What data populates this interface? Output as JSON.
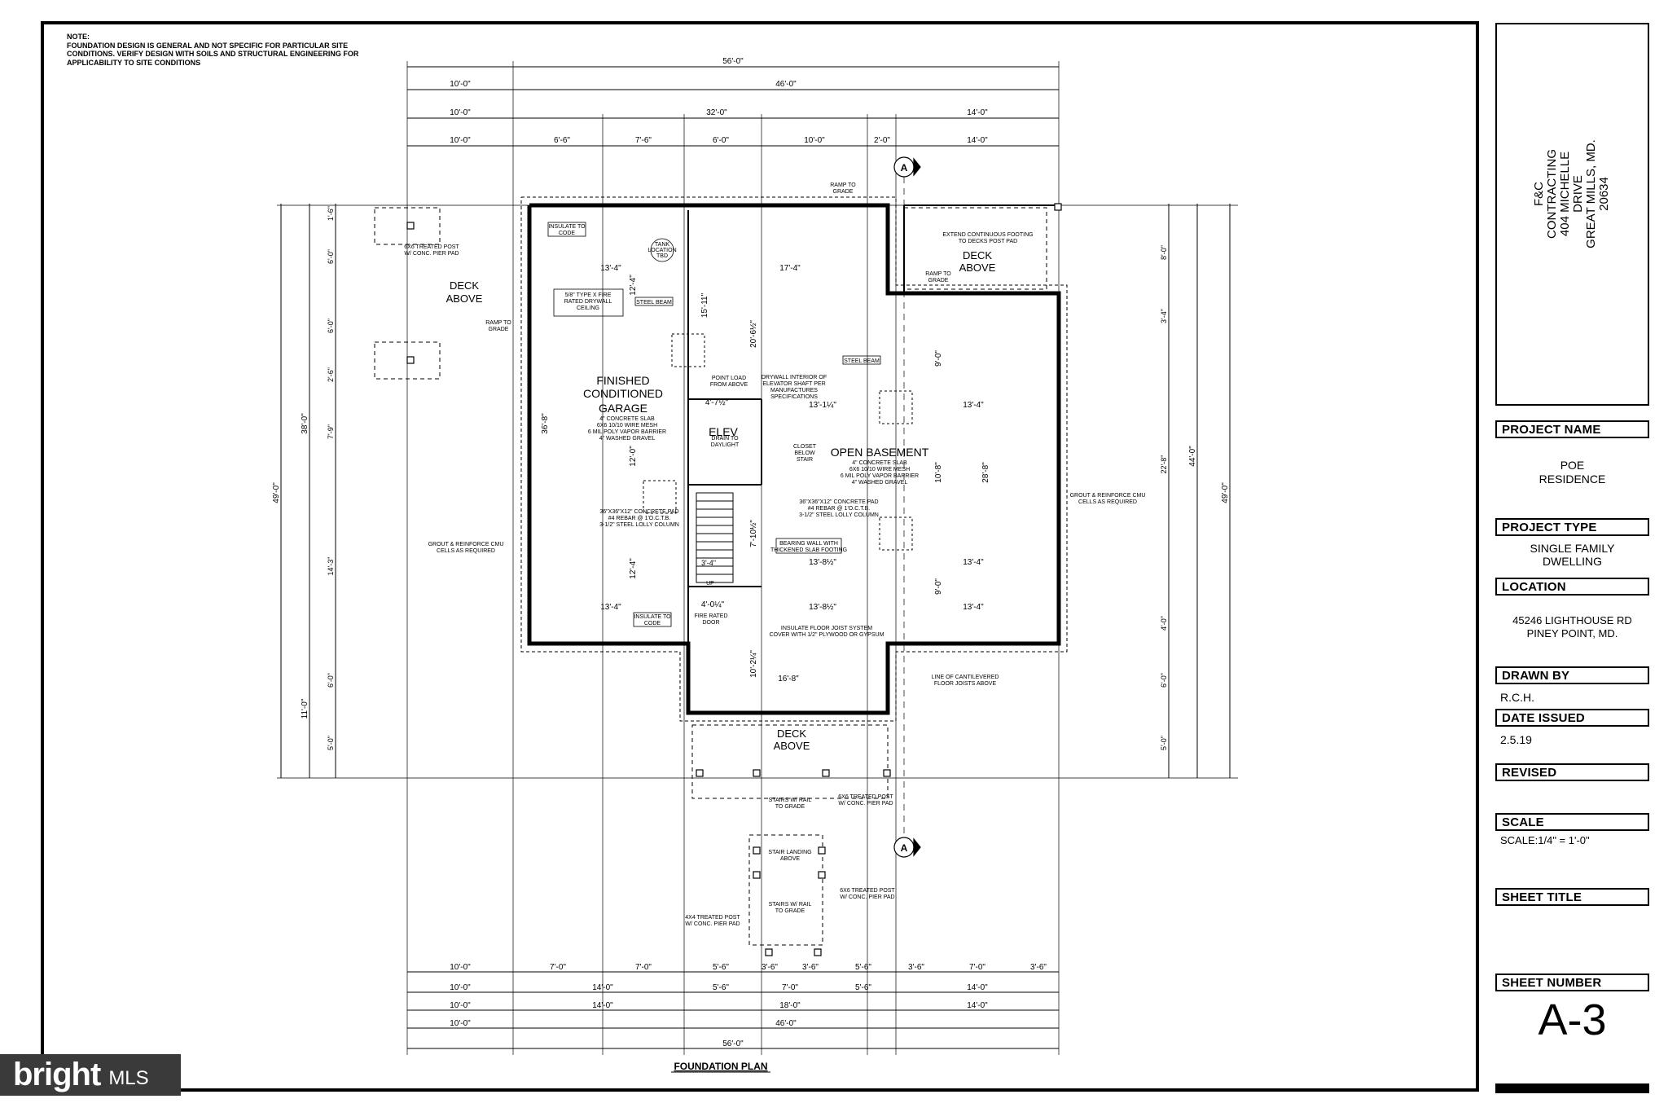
{
  "note": {
    "heading": "NOTE:",
    "line1": "FOUNDATION DESIGN IS GENERAL AND NOT SPECIFIC FOR PARTICULAR SITE",
    "line2": "CONDITIONS. VERIFY DESIGN WITH SOILS AND STRUCTURAL ENGINEERING FOR",
    "line3": "APPLICABILITY TO SITE CONDITIONS"
  },
  "plan": {
    "title": "FOUNDATION PLAN",
    "rooms": {
      "garage": [
        "FINISHED",
        "CONDITIONED",
        "GARAGE"
      ],
      "garage_notes": [
        "4\" CONCRETE SLAB",
        "6X6 10/10 WIRE MESH",
        "6 MIL POLY VAPOR BARRIER",
        "4\" WASHED GRAVEL"
      ],
      "basement": "OPEN BASEMENT",
      "basement_notes": [
        "4\" CONCRETE SLAB",
        "6X6 10/10 WIRE MESH",
        "6 MIL POLY VAPOR BARRIER",
        "4\" WASHED GRAVEL"
      ],
      "elev": "ELEV",
      "deck_left": [
        "DECK",
        "ABOVE"
      ],
      "deck_right": [
        "DECK",
        "ABOVE"
      ],
      "deck_bottom": [
        "DECK",
        "ABOVE"
      ]
    },
    "labels": {
      "insulate_top": [
        "INSULATE TO",
        "CODE"
      ],
      "insulate_bottom": [
        "INSULATE TO",
        "CODE"
      ],
      "tank": [
        "TANK",
        "LOCATION",
        "TBD"
      ],
      "drywall": [
        "5/8\" TYPE X FIRE",
        "RATED DRYWALL",
        "CEILING"
      ],
      "steel_beam_1": "STEEL BEAM",
      "steel_beam_2": "STEEL BEAM",
      "point_load": [
        "POINT LOAD",
        "FROM ABOVE"
      ],
      "drywall_elevator": [
        "DRYWALL INTERIOR OF",
        "ELEVATOR SHAFT PER",
        "MANUFACTURES",
        "SPECIFICATIONS"
      ],
      "drain": [
        "DRAIN TO",
        "DAYLIGHT"
      ],
      "closet": [
        "CLOSET",
        "BELOW",
        "STAIR"
      ],
      "pad_left": [
        "36\"X36\"X12\" CONCRETE PAD",
        "#4 REBAR @ 1'O.C.T.B.",
        "3-1/2\" STEEL LOLLY COLUMN"
      ],
      "pad_right": [
        "36\"X36\"X12\" CONCRETE PAD",
        "#4 REBAR @ 1'O.C.T.B.",
        "3-1/2\" STEEL LOLLY COLUMN"
      ],
      "bearing_wall": [
        "BEARING WALL WITH",
        "THICKENED SLAB FOOTING"
      ],
      "grout_left": [
        "GROUT & REINFORCE CMU",
        "CELLS AS REQUIRED"
      ],
      "grout_right": [
        "GROUT & REINFORCE CMU",
        "CELLS AS REQUIRED"
      ],
      "treated_post_tl": [
        "6X6 TREATED POST",
        "W/ CONC. PIER PAD"
      ],
      "ramp_left": [
        "RAMP TO",
        "GRADE"
      ],
      "ramp_top": [
        "RAMP TO",
        "GRADE"
      ],
      "ramp_right": [
        "RAMP TO",
        "GRADE"
      ],
      "extend_footing": [
        "EXTEND CONTINUOUS FOOTING",
        "TO DECKS POST PAD"
      ],
      "fire_door": [
        "FIRE RATED",
        "DOOR"
      ],
      "insulate_floor": [
        "INSULATE FLOOR JOIST SYSTEM",
        "COVER WITH 1/2\" PLYWOOD OR GYPSUM"
      ],
      "cantilever": [
        "LINE OF CANTILEVERED",
        "FLOOR JOISTS ABOVE"
      ],
      "stairs_rail_1": [
        "STAIRS W/ RAIL",
        "TO GRADE"
      ],
      "stairs_rail_2": [
        "STAIRS W/ RAIL",
        "TO GRADE"
      ],
      "stair_landing": [
        "STAIR LANDING",
        "ABOVE"
      ],
      "post_6x6_a": [
        "6X6 TREATED POST",
        "W/ CONC. PIER PAD"
      ],
      "post_6x6_b": [
        "6X6 TREATED POST",
        "W/ CONC. PIER PAD"
      ],
      "post_4x4": [
        "4X4 TREATED POST",
        "W/ CONC. PIER PAD"
      ],
      "up": "UP",
      "section_a": "A"
    },
    "dims": {
      "top_row1": "56'-0\"",
      "top_row2": [
        "10'-0\"",
        "46'-0\""
      ],
      "top_row3": [
        "10'-0\"",
        "32'-0\"",
        "14'-0\""
      ],
      "top_row4": [
        "10'-0\"",
        "6'-6\"",
        "7'-6\"",
        "6'-0\"",
        "10'-0\"",
        "2'-0\"",
        "14'-0\""
      ],
      "bot_row1": [
        "10'-0\"",
        "7'-0\"",
        "7'-0\"",
        "5'-6\"",
        "3'-6\"",
        "3'-6\"",
        "5'-6\"",
        "3'-6\"",
        "7'-0\"",
        "3'-6\""
      ],
      "bot_row2": [
        "10'-0\"",
        "14'-0\"",
        "5'-6\"",
        "7'-0\"",
        "5'-6\"",
        "14'-0\""
      ],
      "bot_row3": [
        "10'-0\"",
        "14'-0\"",
        "18'-0\"",
        "14'-0\""
      ],
      "bot_row4": [
        "10'-0\"",
        "46'-0\""
      ],
      "bot_row5": "56'-0\"",
      "left_outer": "49'-0\"",
      "left_mid": [
        "38'-0\"",
        "11'-0\""
      ],
      "left_inner": [
        "1'-6\"",
        "6'-0\"",
        "6'-0\"",
        "2'-6\"",
        "7'-9\"",
        "14'-3\"",
        "6'-0\"",
        "5'-0\""
      ],
      "right_outer": "49'-0\"",
      "right_mid": "44'-0\"",
      "right_inner": [
        "8'-0\"",
        "3'-4\"",
        "22'-8\"",
        "4'-0\"",
        "6'-0\"",
        "5'-0\""
      ],
      "interior": [
        "13'-4\"",
        "12'-4\"",
        "15'-11\"",
        "17'-4\"",
        "20'-6½\"",
        "36'-8\"",
        "12'-0\"",
        "12'-4\"",
        "13'-4\"",
        "13'-1¼\"",
        "13'-4\"",
        "9'-0\"",
        "10'-8\"",
        "28'-8\"",
        "9'-0\"",
        "13'-8½\"",
        "13'-4\"",
        "13'-8½\"",
        "13'-4\"",
        "7'-10½\"",
        "4'-7½\"",
        "4'-0¼\"",
        "10'-2¼\"",
        "16'-8\"",
        "3'-4\""
      ]
    }
  },
  "title_block": {
    "company": [
      "F&C CONTRACTING",
      "404 MICHELLE DRIVE",
      "GREAT MILLS, MD. 20634"
    ],
    "project_name_label": "PROJECT NAME",
    "project_name": [
      "POE",
      "RESIDENCE"
    ],
    "project_type_label": "PROJECT TYPE",
    "project_type": [
      "SINGLE FAMILY",
      "DWELLING"
    ],
    "location_label": "LOCATION",
    "location": [
      "45246 LIGHTHOUSE RD",
      "PINEY POINT, MD."
    ],
    "drawn_by_label": "DRAWN BY",
    "drawn_by": "R.C.H.",
    "date_issued_label": "DATE ISSUED",
    "date_issued": "2.5.19",
    "revised_label": "REVISED",
    "scale_label": "SCALE",
    "scale": "SCALE:1/4\" = 1'-0\"",
    "sheet_title_label": "SHEET TITLE",
    "sheet_number_label": "SHEET NUMBER",
    "sheet_number": "A-3"
  },
  "watermark": {
    "brand": "bright",
    "suffix": "MLS"
  }
}
